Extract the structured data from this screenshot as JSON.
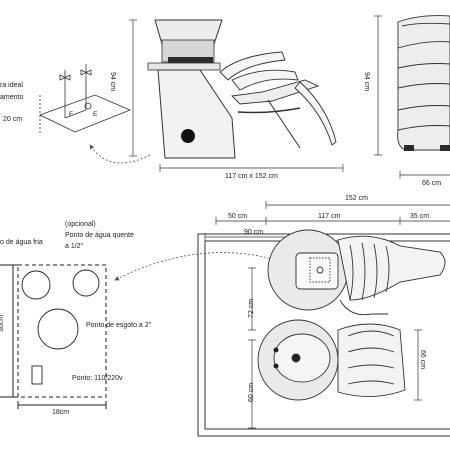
{
  "height_note": {
    "line1": "ra ideal",
    "line2": "amento",
    "height": "20 cm"
  },
  "valves": {
    "left": "F",
    "right": "E"
  },
  "side_view": {
    "height": "94 cm",
    "footprint": "117 cm x 152 cm"
  },
  "back_view": {
    "height": "94 cm",
    "width": "66 cm"
  },
  "floor_plan": {
    "total_length": "152 cm",
    "segments": [
      "50 cm",
      "117 cm",
      "35 cm"
    ],
    "offset": "90 cm",
    "depth_72": "72 cm",
    "depth_60": "60 cm",
    "width_66": "66 cm"
  },
  "installation_box": {
    "optional_label": "(opcional)",
    "hot_water": "Ponto de água quente",
    "hot_water_size": "a 1/2\"",
    "cold_water": "o de água fria",
    "drain": "Ponto de esgoto a 2\"",
    "power": "Ponto: 110/220v",
    "side_dim": "30cm",
    "bottom_dim": "18cm"
  },
  "colors": {
    "line": "#222222",
    "fill": "#e6e6e6",
    "dark": "#2b2b2b"
  }
}
